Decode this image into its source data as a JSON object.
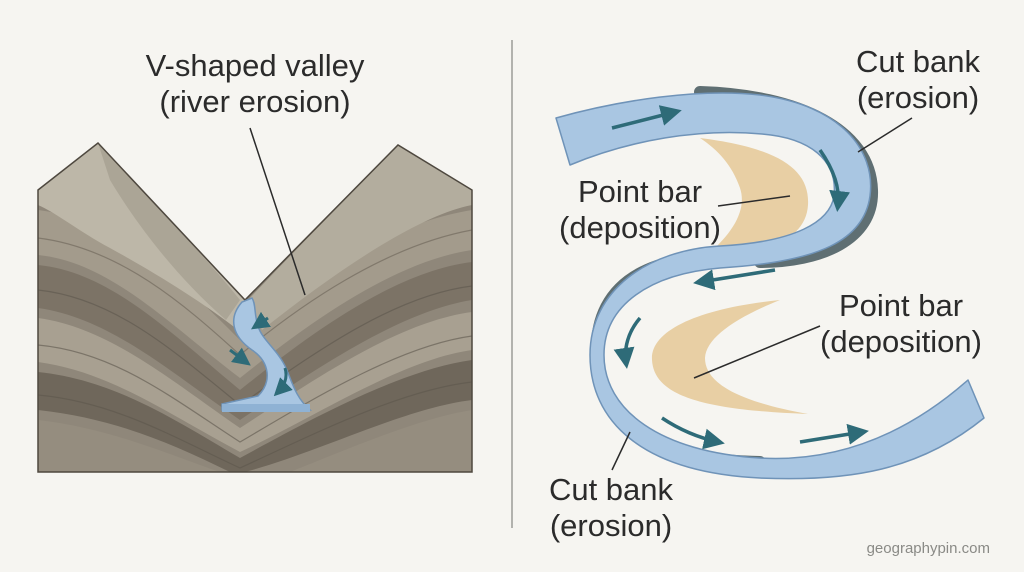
{
  "left_panel": {
    "label": {
      "line1": "V-shaped valley",
      "line2": "(river erosion)"
    }
  },
  "right_panel": {
    "cut_bank_top": {
      "line1": "Cut bank",
      "line2": "(erosion)"
    },
    "point_bar_left": {
      "line1": "Point bar",
      "line2": "(deposition)"
    },
    "point_bar_right": {
      "line1": "Point bar",
      "line2": "(deposition)"
    },
    "cut_bank_bottom": {
      "line1": "Cut bank",
      "line2": "(erosion)"
    }
  },
  "footer": {
    "watermark": "geographypin.com"
  },
  "colors": {
    "background": "#f6f5f1",
    "river": "#a9c6e2",
    "river_edge": "#6f93b8",
    "arrow": "#2e6b78",
    "point_bar": "#e8cfa4",
    "cut_bank": "#5f6f73",
    "rock_light": "#bdb7a8",
    "rock_mid": "#9a9283",
    "rock_dark": "#776e62"
  }
}
